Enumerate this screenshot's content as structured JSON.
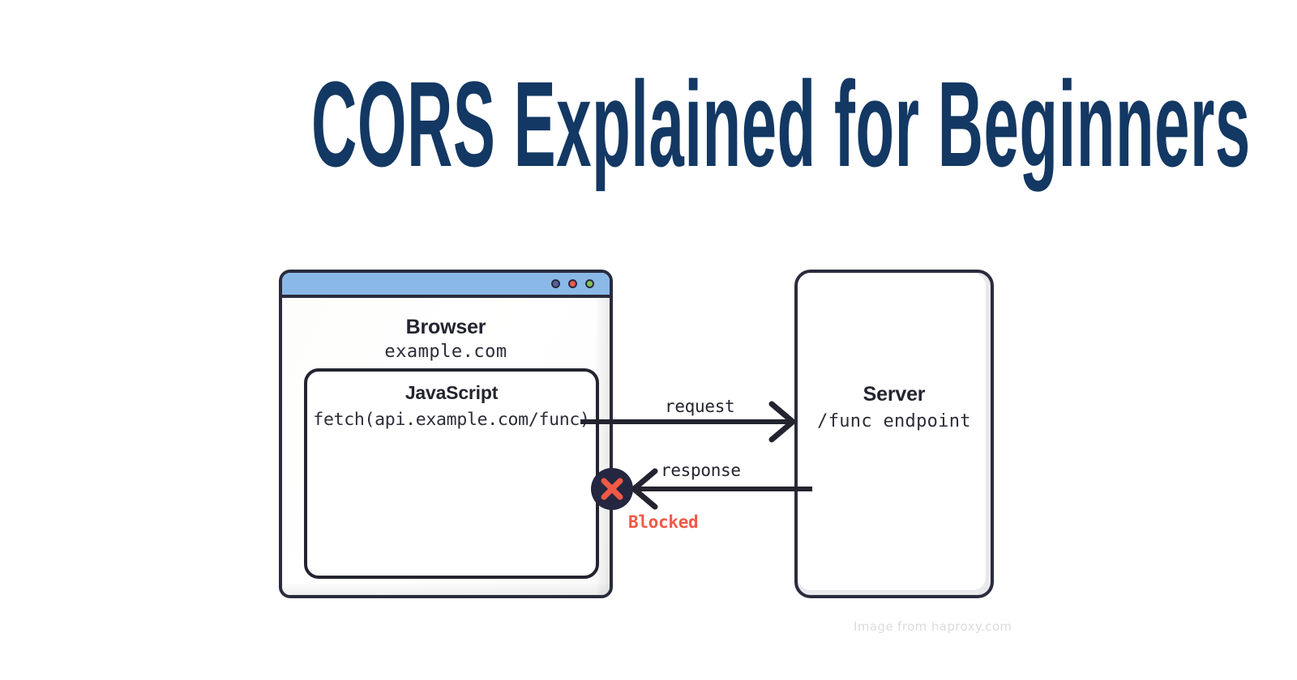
{
  "page": {
    "title": "CORS Explained for Beginners",
    "title_color": "#133863",
    "background": "#ffffff",
    "credit": "Image from haproxy.com"
  },
  "diagram": {
    "browser": {
      "heading": "Browser",
      "origin": "example.com",
      "titlebar_color": "#8ab9e8",
      "border_color": "#2a2b3d",
      "window_controls": [
        {
          "name": "close",
          "color": "#5a5f9e"
        },
        {
          "name": "minimize",
          "color": "#ef5a46"
        },
        {
          "name": "maximize",
          "color": "#82c254"
        }
      ],
      "javascript": {
        "heading": "JavaScript",
        "code": "fetch(api.example.com/func)"
      }
    },
    "server": {
      "heading": "Server",
      "endpoint": "/func endpoint",
      "border_color": "#2a2b3d",
      "shadow_color": "#e8e9ed"
    },
    "flows": [
      {
        "name": "request",
        "label": "request",
        "direction": "browser-to-server",
        "status": "allowed",
        "color": "#23242f"
      },
      {
        "name": "response",
        "label": "response",
        "direction": "server-to-browser",
        "status": "blocked",
        "color": "#23242f"
      }
    ],
    "blocked": {
      "label": "Blocked",
      "label_color": "#ef5a46",
      "badge_icon": "x-mark-icon",
      "badge_bg": "#252640",
      "badge_fg": "#ef5a46"
    }
  }
}
